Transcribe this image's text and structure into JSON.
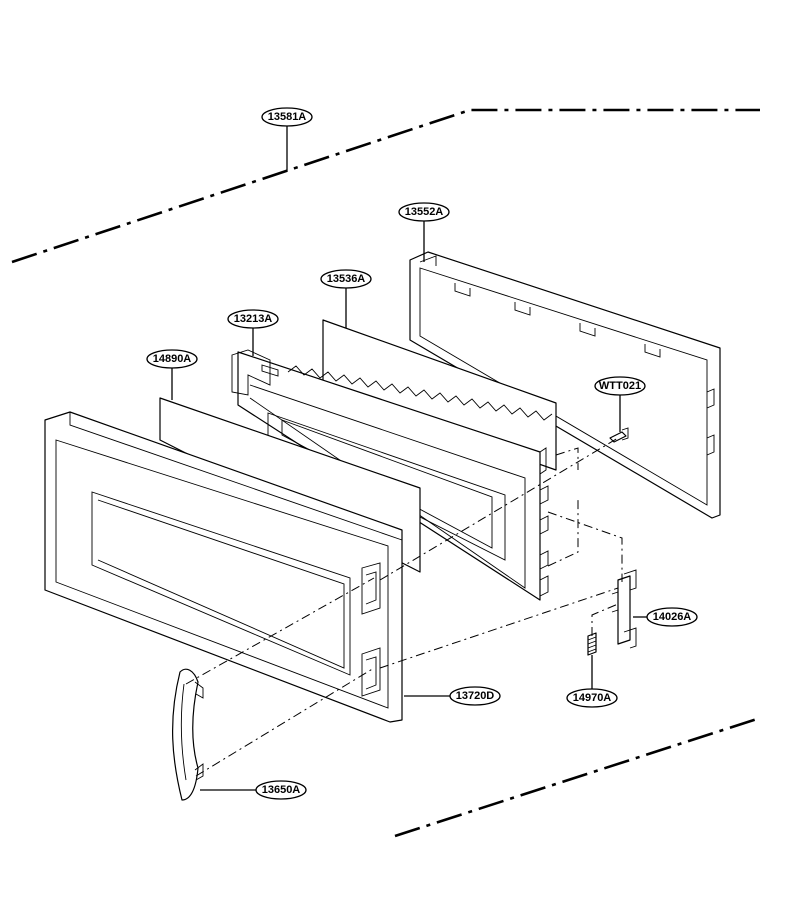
{
  "callouts": {
    "c13581A": "13581A",
    "c13552A": "13552A",
    "c13536A": "13536A",
    "c13213A": "13213A",
    "c14890A": "14890A",
    "cWTT021": "WTT021",
    "c14026A": "14026A",
    "c14970A": "14970A",
    "c13720D": "13720D",
    "c13650A": "13650A"
  }
}
